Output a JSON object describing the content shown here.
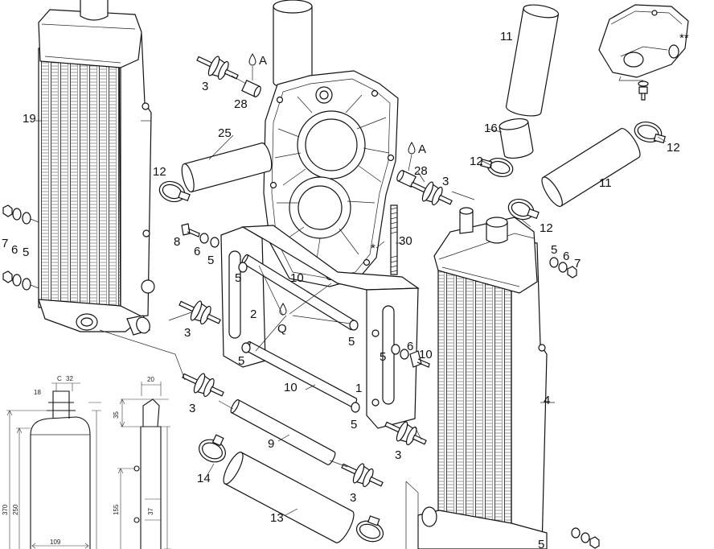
{
  "callouts": [
    "19",
    "3",
    "28",
    "A",
    "25",
    "12",
    "11",
    "**",
    "16",
    "12",
    "12",
    "A",
    "28",
    "3",
    "11",
    "30",
    "*",
    "12",
    "7",
    "6",
    "5",
    "8",
    "6",
    "5",
    "5",
    "6",
    "7",
    "5",
    "10",
    "2",
    "Q",
    "3",
    "5",
    "5",
    "6",
    "10",
    "5",
    "10",
    "1",
    "4",
    "3",
    "5",
    "9",
    "3",
    "14",
    "3",
    "13",
    "5"
  ],
  "dimensions": [
    "C",
    "32",
    "18",
    "370",
    "250",
    "109",
    "20",
    "35",
    "155",
    "37"
  ],
  "colors": {
    "line": "#111111",
    "background": "#ffffff"
  }
}
